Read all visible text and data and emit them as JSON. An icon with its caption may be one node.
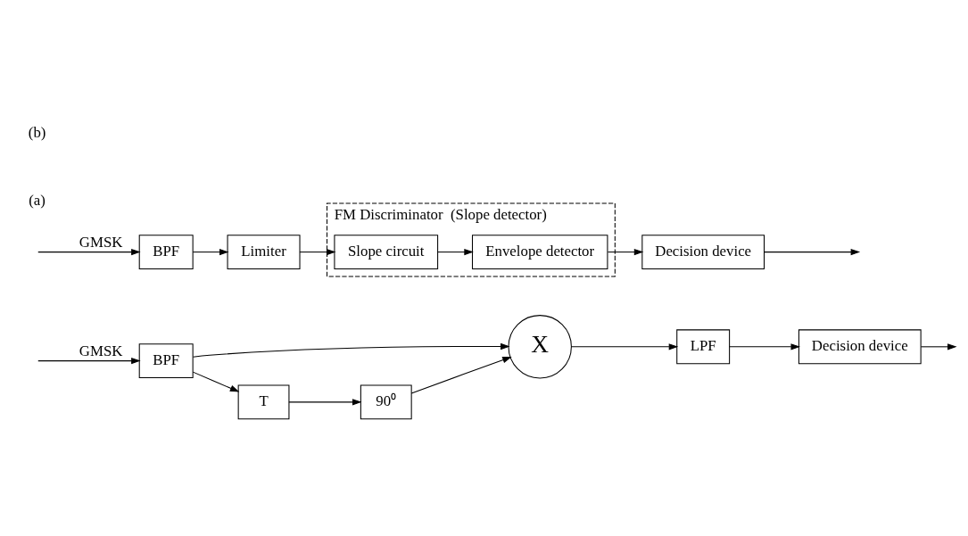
{
  "diagram": {
    "nodes": [
      {
        "text": [
          "BPF"
        ]
      },
      {
        "text": [
          "X"
        ]
      },
      {
        "text": [
          "LPF"
        ]
      },
      {
        "text": [
          "Decision device"
        ]
      },
      {
        "text": [
          "T"
        ]
      },
      {
        "text": [
          "90⁰"
        ]
      },
      {
        "text": [
          "FM Discriminator  (Slope detector)"
        ]
      },
      {
        "text": [
          "BPF"
        ]
      },
      {
        "text": [
          "Limiter"
        ]
      },
      {
        "text": [
          "Slope circuit"
        ],
        "in": 6
      },
      {
        "text": [
          "Envelope detector"
        ],
        "in": 6
      },
      {
        "text": [
          "Decision device"
        ]
      }
    ],
    "edges": [
      {
        "from": null,
        "to": 0,
        "arrow": "to",
        "label": "GMSK"
      },
      {
        "from": 0,
        "to": 1,
        "arrow": "to"
      },
      {
        "from": 0,
        "to": 4,
        "arrow": "to"
      },
      {
        "from": 4,
        "to": 5,
        "arrow": "to"
      },
      {
        "from": 5,
        "to": 1,
        "arrow": "to"
      },
      {
        "from": 1,
        "to": 2,
        "arrow": "to"
      },
      {
        "from": 2,
        "to": 3,
        "arrow": "to"
      },
      {
        "from": 3,
        "to": null,
        "arrow": "to"
      },
      {
        "from": null,
        "to": 7,
        "arrow": "to",
        "label": "GMSK"
      },
      {
        "from": 7,
        "to": 8,
        "arrow": "to"
      },
      {
        "from": 8,
        "to": 9,
        "arrow": "to"
      },
      {
        "from": 9,
        "to": 10,
        "arrow": "to"
      },
      {
        "from": 10,
        "to": 11,
        "arrow": "to"
      },
      {
        "from": 11,
        "to": null,
        "arrow": "to"
      }
    ],
    "labels": [
      "(a)",
      "(b)"
    ]
  }
}
